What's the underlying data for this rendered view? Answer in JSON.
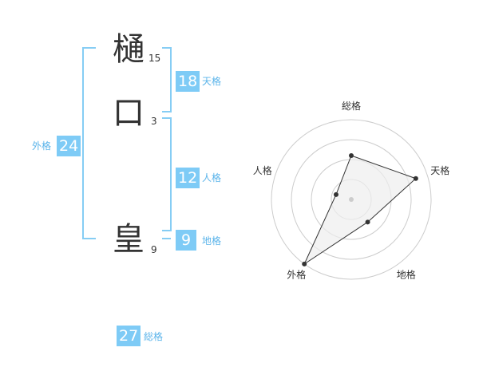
{
  "name": {
    "chars": [
      {
        "char": "樋",
        "strokes": "15"
      },
      {
        "char": "口",
        "strokes": "3"
      },
      {
        "char": "皇",
        "strokes": "9"
      }
    ]
  },
  "kaku": {
    "tenkaku": {
      "value": "18",
      "label": "天格"
    },
    "jinkaku": {
      "value": "12",
      "label": "人格"
    },
    "chikaku": {
      "value": "9",
      "label": "地格"
    },
    "gaikaku": {
      "value": "24",
      "label": "外格"
    },
    "soukaku": {
      "value": "27",
      "label": "総格"
    }
  },
  "chart_data": {
    "type": "radar",
    "axes": [
      "総格",
      "天格",
      "地格",
      "外格",
      "人格"
    ],
    "levels": 4,
    "values": [
      0.55,
      0.85,
      0.35,
      1.0,
      0.2
    ],
    "colors": {
      "fill": "#eeeeee",
      "line": "#333333",
      "grid": "#cccccc",
      "center": "#cccccc"
    }
  }
}
